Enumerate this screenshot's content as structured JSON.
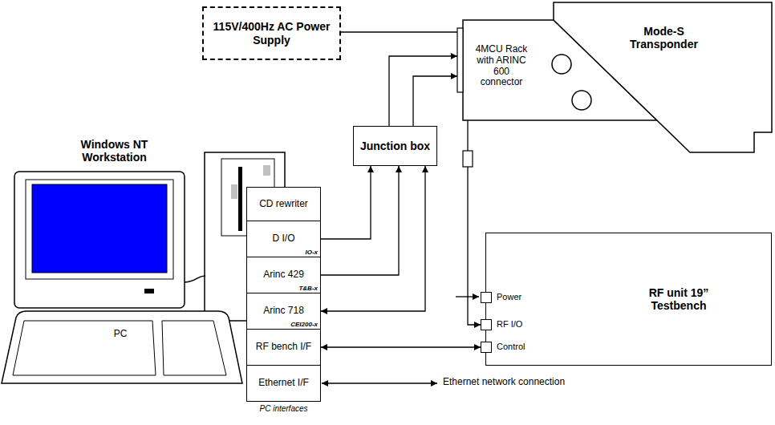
{
  "diagram": {
    "nodes": [
      {
        "text": [
          "115V/400Hz AC Power Supply"
        ]
      },
      {
        "text": [
          "4MCU Rack with ARINC 600 connector"
        ]
      },
      {
        "text": [
          "Mode-S Transponder"
        ]
      },
      {
        "text": [
          "Junction box"
        ]
      },
      {
        "text": [
          "CD rewriter"
        ]
      },
      {
        "text": [
          "D I/O",
          "IO-x"
        ]
      },
      {
        "text": [
          "Arinc 429",
          "T&B-x"
        ]
      },
      {
        "text": [
          "Arinc 718",
          "CEI200-x"
        ]
      },
      {
        "text": [
          "RF bench I/F"
        ]
      },
      {
        "text": [
          "Ethernet I/F"
        ]
      },
      {
        "text": [
          "RF unit 19” Testbench"
        ]
      },
      {
        "text": [
          "Power"
        ],
        "in": 10
      },
      {
        "text": [
          "RF I/O"
        ],
        "in": 10
      },
      {
        "text": [
          "Control"
        ],
        "in": 10
      }
    ],
    "edges": [
      {
        "from": 0,
        "to": 1,
        "arrow": "none"
      },
      {
        "from": 5,
        "to": 3,
        "arrow": "to"
      },
      {
        "from": 6,
        "to": 3,
        "arrow": "to"
      },
      {
        "from": 7,
        "to": 3,
        "arrow": "both"
      },
      {
        "from": 3,
        "to": 1,
        "arrow": "to"
      },
      {
        "from": 3,
        "to": 1,
        "arrow": "to"
      },
      {
        "from": 1,
        "to": 12,
        "arrow": "to"
      },
      {
        "from": 8,
        "to": 13,
        "arrow": "both"
      }
    ],
    "labels": [
      "Windows NT Workstation",
      "PC",
      "PC interfaces",
      "Ethernet network connection"
    ]
  }
}
